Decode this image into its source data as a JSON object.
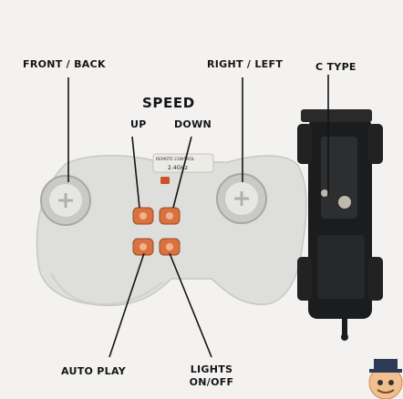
{
  "labels": {
    "front_back": "FRONT / BACK",
    "right_left": "RIGHT / LEFT",
    "c_type": "C TYPE",
    "speed": "SPEED",
    "up": "UP",
    "down": "DOWN",
    "auto_play": "AUTO PLAY",
    "lights_line1": "LIGHTS",
    "lights_line2": "ON/OFF"
  },
  "remote": {
    "sticker_brand": "REMOTE CONTROL",
    "sticker_freq": "2.4GHz"
  },
  "colors": {
    "background": "#f3f2f1",
    "remote_body": "#dedfdc",
    "button_orange": "#d9723f",
    "car_body": "#1b1c1d",
    "annotation": "#141414"
  }
}
